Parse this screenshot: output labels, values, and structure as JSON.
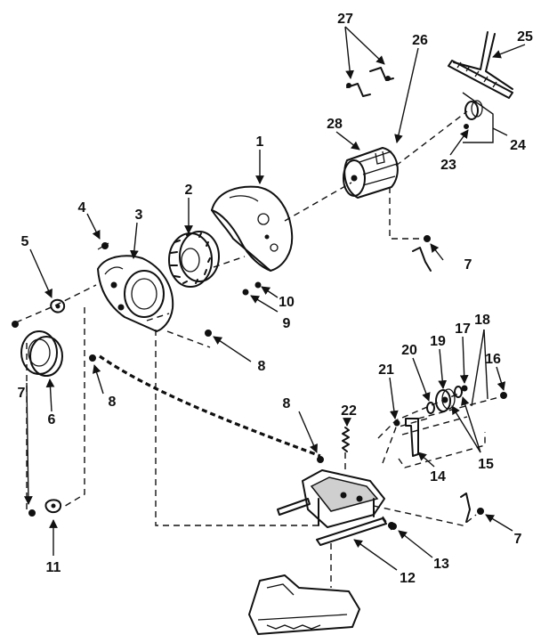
{
  "diagram": {
    "callouts": {
      "p1": "1",
      "p2": "2",
      "p3": "3",
      "p4": "4",
      "p5": "5",
      "p6": "6",
      "p7a": "7",
      "p7b": "7",
      "p7c": "7",
      "p8a": "8",
      "p8b": "8",
      "p8c": "8",
      "p9": "9",
      "p10": "10",
      "p11": "11",
      "p12": "12",
      "p13": "13",
      "p14": "14",
      "p15": "15",
      "p16": "16",
      "p17": "17",
      "p18": "18",
      "p19": "19",
      "p20": "20",
      "p21": "21",
      "p22": "22",
      "p23": "23",
      "p24": "24",
      "p25": "25",
      "p26": "26",
      "p27": "27",
      "p28": "28"
    }
  }
}
